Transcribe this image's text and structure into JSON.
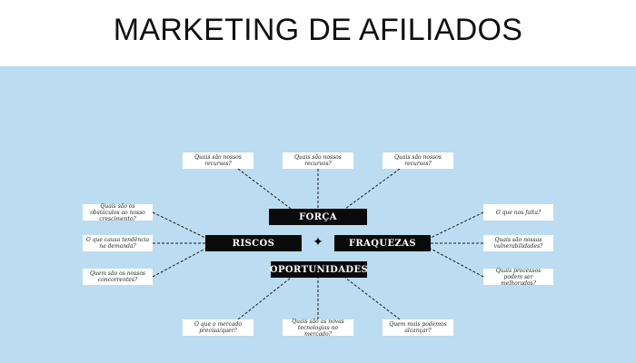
{
  "title": "MARKETING DE AFILIADOS",
  "hubs": {
    "forca": "FORÇA",
    "riscos": "RISCOS",
    "fraquezas": "FRAQUEZAS",
    "oportunidades": "OPORTUNIDADES"
  },
  "center_icon": "four-point-star-icon",
  "questions": {
    "forca_1": "Quais são nossos recursos?",
    "forca_2": "Quais são nossos recursos?",
    "forca_3": "Quais são nossos recursos?",
    "riscos_1": "Quais são os obstáculos ao nosso crescimento?",
    "riscos_2": "O que causa tendência na demanda?",
    "riscos_3": "Quem são os nossos concorrentes?",
    "fraquezas_1": "O que nos falta?",
    "fraquezas_2": "Quais são nossas vulnerabilidades?",
    "fraquezas_3": "Quais processos podem ser melhorados?",
    "oportunidades_1": "O que o mercado precisa/quer?",
    "oportunidades_2": "Quais são as novas tecnologias no mercado?",
    "oportunidades_3": "Quem mais podemos alcançar?"
  },
  "colors": {
    "background": "#bcdcf1",
    "header": "#ffffff",
    "hub": "#0b0b0b",
    "card": "#ffffff"
  }
}
